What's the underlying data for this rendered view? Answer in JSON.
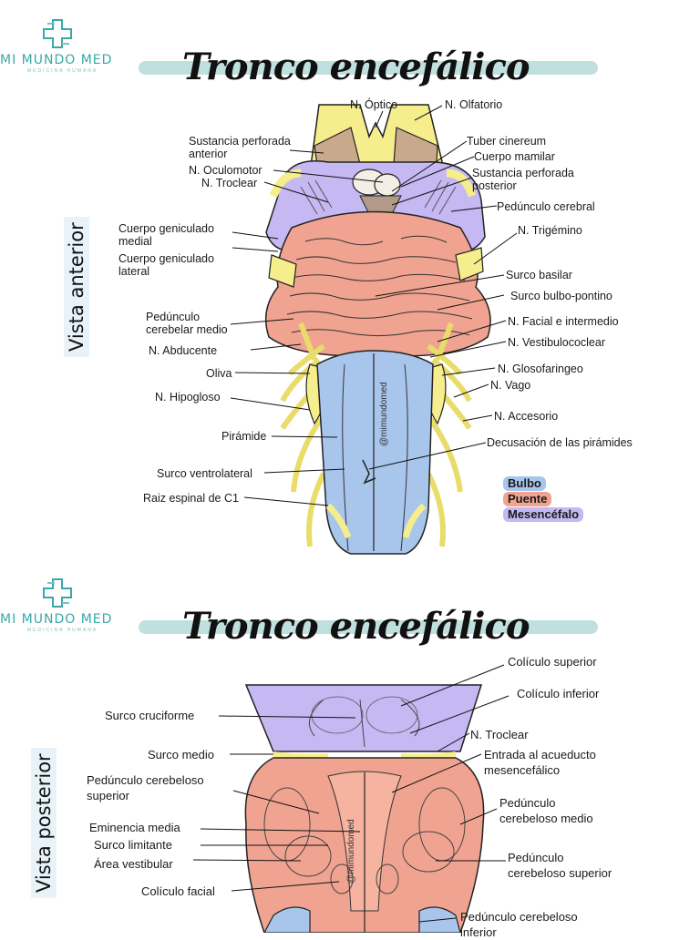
{
  "brand": {
    "name": "MI MUNDO MED",
    "tagline": "MEDICINA HUMANA"
  },
  "colors": {
    "bulbo": "#a8c6ec",
    "puente": "#f0a390",
    "mesencefalo": "#c5b8f3",
    "nerve": "#f6ed8c",
    "brand": "#3aa9a6"
  },
  "anterior": {
    "title": "Tronco encefálico",
    "side": "Vista anterior",
    "watermark": "@mimundomed",
    "labels": {
      "optico": "N. Óptico",
      "olfatorio": "N. Olfatorio",
      "sust_perf_ant": "Sustancia perforada\nanterior",
      "oculomotor": "N. Oculomotor",
      "troclear": "N. Troclear",
      "tuber": "Tuber cinereum",
      "mamilar": "Cuerpo mamilar",
      "sust_perf_post": "Sustancia perforada\nposterior",
      "ped_cerebral": "Pedúnculo cerebral",
      "gen_medial": "Cuerpo geniculado\nmedial",
      "gen_lateral": "Cuerpo geniculado\nlateral",
      "trigemino": "N. Trigémino",
      "surco_basilar": "Surco basilar",
      "surco_bp": "Surco bulbo-pontino",
      "ped_cerebelar_medio": "Pedúnculo\ncerebelar medio",
      "abducente": "N. Abducente",
      "facial": "N. Facial e intermedio",
      "vestibulococlear": "N. Vestibulococlear",
      "oliva": "Oliva",
      "glosofaringeo": "N. Glosofaringeo",
      "vago": "N. Vago",
      "hipogloso": "N. Hipogloso",
      "accesorio": "N. Accesorio",
      "piramide": "Pirámide",
      "decusacion": "Decusación de las pirámides",
      "surco_vl": "Surco ventrolateral",
      "raiz_c1": "Raiz espinal de C1"
    },
    "legend": [
      "Bulbo",
      "Puente",
      "Mesencéfalo"
    ]
  },
  "posterior": {
    "title": "Tronco encefálico",
    "side": "Vista posterior",
    "watermark": "@mimundomed",
    "labels": {
      "col_sup": "Colículo superior",
      "col_inf": "Colículo inferior",
      "surco_cruciforme": "Surco cruciforme",
      "troclear": "N. Troclear",
      "surco_medio": "Surco medio",
      "entrada_acueducto": "Entrada al acueducto\nmesencefálico",
      "ped_cb_sup_left": "Pedúnculo cerebeloso\nsuperior",
      "ped_cb_medio": "Pedúnculo\ncerebeloso medio",
      "eminencia": "Eminencia media",
      "surco_limitante": "Surco limitante",
      "area_vestibular": "Área vestibular",
      "ped_cb_sup_right": "Pedúnculo\ncerebeloso superior",
      "col_facial": "Colículo facial",
      "ped_cb_inf": "Pedúnculo cerebeloso\ninferior"
    }
  }
}
